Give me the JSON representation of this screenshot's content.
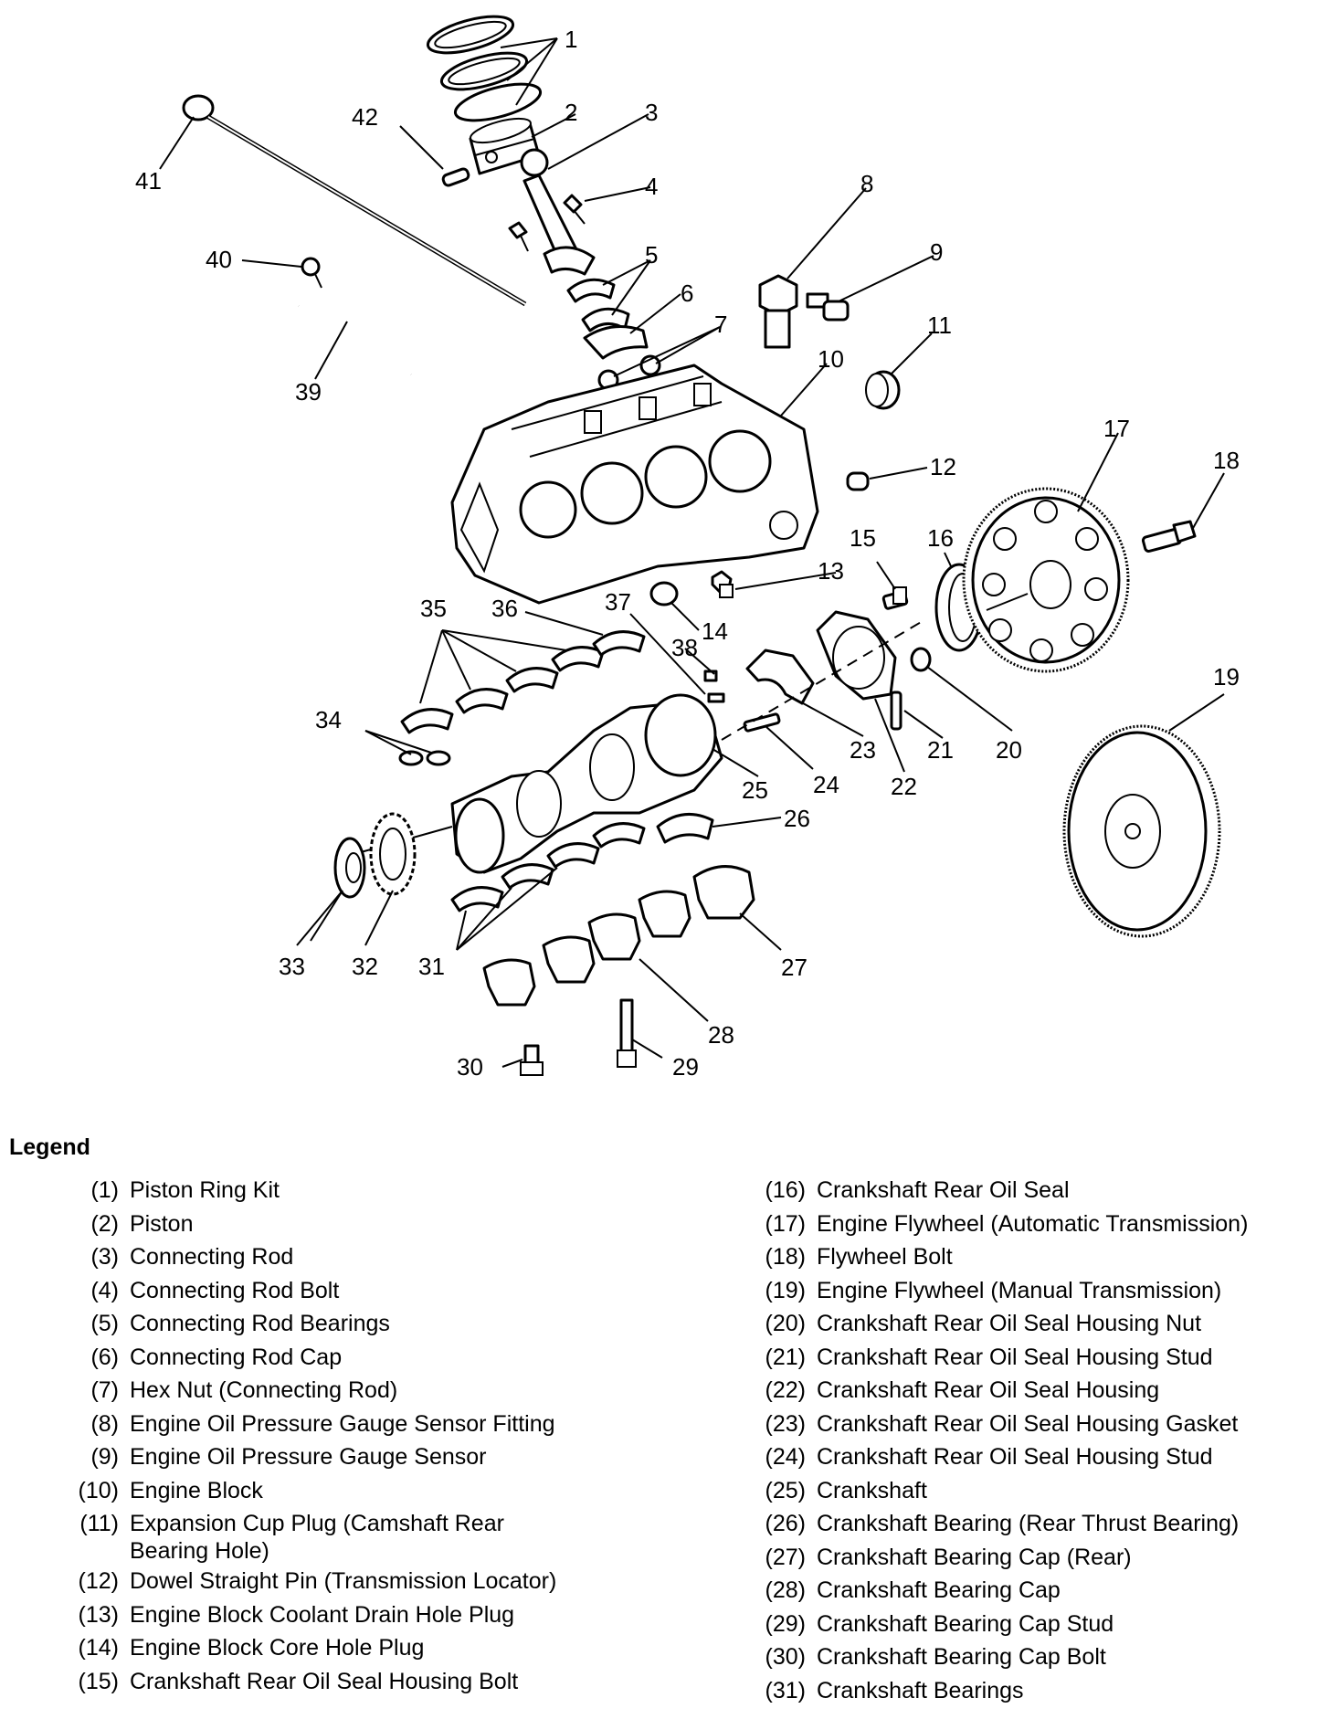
{
  "diagram": {
    "callouts": [
      "1",
      "2",
      "3",
      "4",
      "5",
      "6",
      "7",
      "8",
      "9",
      "10",
      "11",
      "12",
      "13",
      "14",
      "15",
      "16",
      "17",
      "18",
      "19",
      "20",
      "21",
      "22",
      "23",
      "24",
      "25",
      "26",
      "27",
      "28",
      "29",
      "30",
      "31",
      "32",
      "33",
      "34",
      "35",
      "36",
      "37",
      "38",
      "39",
      "40",
      "41",
      "42"
    ]
  },
  "legend": {
    "title": "Legend",
    "left": [
      {
        "num": "(1)",
        "text": "Piston Ring Kit"
      },
      {
        "num": "(2)",
        "text": "Piston"
      },
      {
        "num": "(3)",
        "text": "Connecting Rod"
      },
      {
        "num": "(4)",
        "text": "Connecting Rod Bolt"
      },
      {
        "num": "(5)",
        "text": "Connecting Rod Bearings"
      },
      {
        "num": "(6)",
        "text": "Connecting Rod Cap"
      },
      {
        "num": "(7)",
        "text": "Hex Nut (Connecting Rod)"
      },
      {
        "num": "(8)",
        "text": "Engine Oil Pressure Gauge Sensor Fitting"
      },
      {
        "num": "(9)",
        "text": "Engine Oil Pressure Gauge Sensor"
      },
      {
        "num": "(10)",
        "text": "Engine Block"
      },
      {
        "num": "(11)",
        "text": "Expansion Cup Plug (Camshaft Rear Bearing Hole)"
      },
      {
        "num": "(12)",
        "text": "Dowel Straight Pin (Transmission Locator)"
      },
      {
        "num": "(13)",
        "text": "Engine Block Coolant Drain Hole Plug"
      },
      {
        "num": "(14)",
        "text": "Engine Block Core Hole Plug"
      },
      {
        "num": "(15)",
        "text": "Crankshaft Rear Oil Seal Housing Bolt"
      }
    ],
    "right": [
      {
        "num": "(16)",
        "text": "Crankshaft Rear Oil Seal"
      },
      {
        "num": "(17)",
        "text": "Engine Flywheel (Automatic Transmission)"
      },
      {
        "num": "(18)",
        "text": "Flywheel Bolt"
      },
      {
        "num": "(19)",
        "text": "Engine Flywheel (Manual Transmission)"
      },
      {
        "num": "(20)",
        "text": "Crankshaft Rear Oil Seal Housing Nut"
      },
      {
        "num": "(21)",
        "text": "Crankshaft Rear Oil Seal Housing Stud"
      },
      {
        "num": "(22)",
        "text": "Crankshaft Rear Oil Seal Housing"
      },
      {
        "num": "(23)",
        "text": "Crankshaft Rear Oil Seal Housing Gasket"
      },
      {
        "num": "(24)",
        "text": "Crankshaft Rear Oil Seal Housing Stud"
      },
      {
        "num": "(25)",
        "text": "Crankshaft"
      },
      {
        "num": "(26)",
        "text": "Crankshaft Bearing (Rear Thrust Bearing)"
      },
      {
        "num": "(27)",
        "text": "Crankshaft Bearing Cap (Rear)"
      },
      {
        "num": "(28)",
        "text": "Crankshaft Bearing Cap"
      },
      {
        "num": "(29)",
        "text": "Crankshaft Bearing Cap Stud"
      },
      {
        "num": "(30)",
        "text": "Crankshaft Bearing Cap Bolt"
      },
      {
        "num": "(31)",
        "text": "Crankshaft Bearings"
      }
    ]
  }
}
